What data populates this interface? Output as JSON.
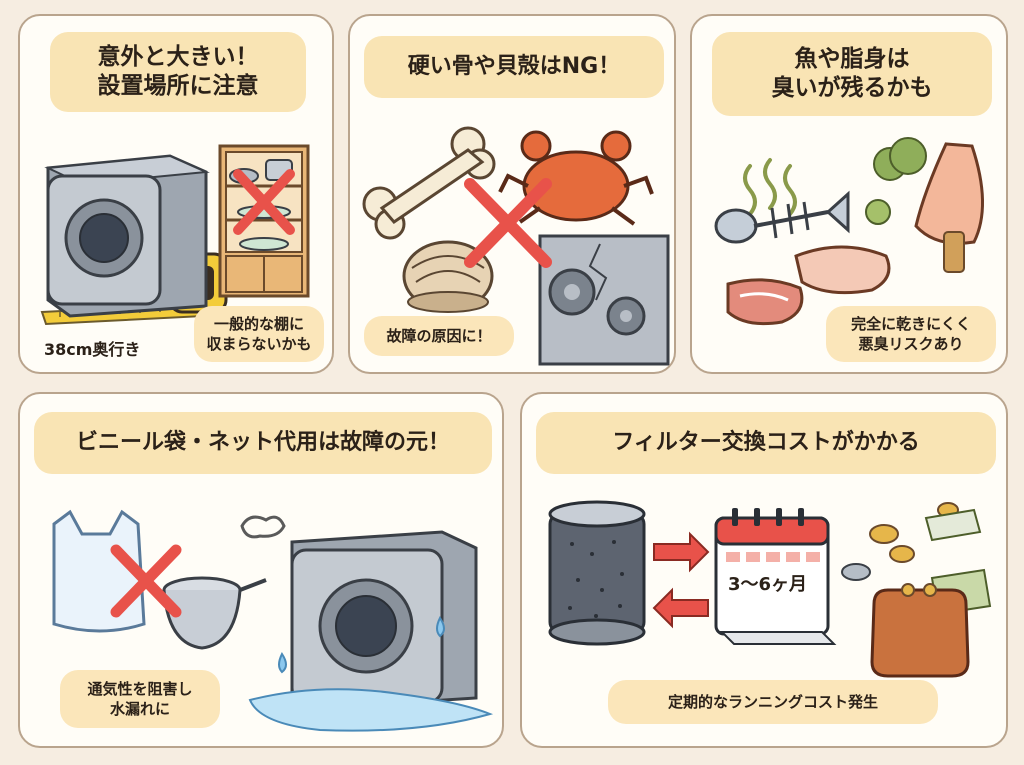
{
  "panels": [
    {
      "title_line1": "意外と大きい！",
      "title_line2": "設置場所に注意",
      "size_label": "38cm奥行き",
      "bubble_line1": "一般的な棚に",
      "bubble_line2": "収まらないかも"
    },
    {
      "title": "硬い骨や貝殻はNG！",
      "bubble": "故障の原因に！"
    },
    {
      "title_line1": "魚や脂身は",
      "title_line2": "臭いが残るかも",
      "bubble_line1": "完全に乾きにくく",
      "bubble_line2": "悪臭リスクあり"
    },
    {
      "title": "ビニール袋・ネット代用は故障の元！",
      "bubble_line1": "通気性を阻害し",
      "bubble_line2": "水漏れに"
    },
    {
      "title": "フィルター交換コストがかかる",
      "calendar_label": "3〜6ヶ月",
      "bubble": "定期的なランニングコスト発生"
    }
  ],
  "colors": {
    "background": "#f6ede1",
    "panel_border": "#b9a48d",
    "title_fill": "#f9e4b4",
    "cross": "#e8524a"
  }
}
